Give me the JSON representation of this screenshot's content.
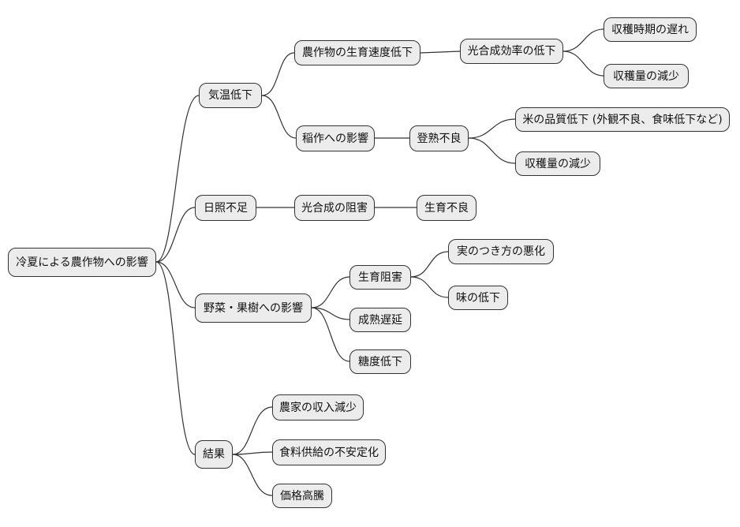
{
  "diagram": {
    "type": "mindmap",
    "topic": "冷夏による農作物への影響",
    "colors": {
      "background": "#ffffff",
      "node_fill": "#ececec",
      "node_border": "#333333",
      "edge": "#333333",
      "text": "#111111"
    },
    "nodes": {
      "root": {
        "label": "冷夏による農作物への影響"
      },
      "temp_drop": {
        "label": "気温低下"
      },
      "growth_speed_drop": {
        "label": "農作物の生育速度低下"
      },
      "photo_efficiency_drop": {
        "label": "光合成効率の低下"
      },
      "harvest_time_delay": {
        "label": "収穫時期の遅れ"
      },
      "harvest_decrease_1": {
        "label": "収穫量の減少"
      },
      "rice_impact": {
        "label": "稲作への影響"
      },
      "ripening_failure": {
        "label": "登熟不良"
      },
      "rice_quality_drop": {
        "label": "米の品質低下 (外観不良、食味低下など)"
      },
      "harvest_decrease_2": {
        "label": "収穫量の減少"
      },
      "sunshine_lack": {
        "label": "日照不足"
      },
      "photosynthesis_inhibition": {
        "label": "光合成の阻害"
      },
      "growth_failure": {
        "label": "生育不良"
      },
      "veg_fruit_impact": {
        "label": "野菜・果樹への影響"
      },
      "growth_inhibition": {
        "label": "生育阻害"
      },
      "fruit_set_worsening": {
        "label": "実のつき方の悪化"
      },
      "taste_decline": {
        "label": "味の低下"
      },
      "maturity_delay": {
        "label": "成熟遅延"
      },
      "sugar_content_drop": {
        "label": "糖度低下"
      },
      "result": {
        "label": "結果"
      },
      "farmer_income_decrease": {
        "label": "農家の収入減少"
      },
      "food_supply_instability": {
        "label": "食料供給の不安定化"
      },
      "price_surge": {
        "label": "価格高騰"
      }
    },
    "edges": [
      [
        "root",
        "temp_drop"
      ],
      [
        "root",
        "sunshine_lack"
      ],
      [
        "root",
        "veg_fruit_impact"
      ],
      [
        "root",
        "result"
      ],
      [
        "temp_drop",
        "growth_speed_drop"
      ],
      [
        "temp_drop",
        "rice_impact"
      ],
      [
        "growth_speed_drop",
        "photo_efficiency_drop"
      ],
      [
        "photo_efficiency_drop",
        "harvest_time_delay"
      ],
      [
        "photo_efficiency_drop",
        "harvest_decrease_1"
      ],
      [
        "rice_impact",
        "ripening_failure"
      ],
      [
        "ripening_failure",
        "rice_quality_drop"
      ],
      [
        "ripening_failure",
        "harvest_decrease_2"
      ],
      [
        "sunshine_lack",
        "photosynthesis_inhibition"
      ],
      [
        "photosynthesis_inhibition",
        "growth_failure"
      ],
      [
        "veg_fruit_impact",
        "growth_inhibition"
      ],
      [
        "veg_fruit_impact",
        "maturity_delay"
      ],
      [
        "veg_fruit_impact",
        "sugar_content_drop"
      ],
      [
        "growth_inhibition",
        "fruit_set_worsening"
      ],
      [
        "growth_inhibition",
        "taste_decline"
      ],
      [
        "result",
        "farmer_income_decrease"
      ],
      [
        "result",
        "food_supply_instability"
      ],
      [
        "result",
        "price_surge"
      ]
    ]
  }
}
